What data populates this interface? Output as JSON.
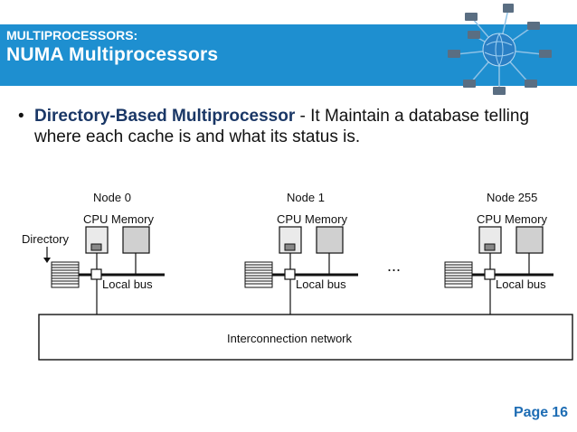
{
  "header": {
    "subtitle": "MULTIPROCESSORS:",
    "title": "NUMA Multiprocessors",
    "accent_color": "#1e8fd0"
  },
  "bullet": {
    "term": "Directory-Based Multiprocessor",
    "separator": " -  ",
    "text": "It Maintain a database telling where each cache is and what its status is."
  },
  "diagram": {
    "nodes": [
      {
        "name": "Node 0",
        "cpu_label": "CPU",
        "memory_label": "Memory",
        "bus_label": "Local bus"
      },
      {
        "name": "Node 1",
        "cpu_label": "CPU",
        "memory_label": "Memory",
        "bus_label": "Local bus"
      },
      {
        "name": "Node 255",
        "cpu_label": "CPU",
        "memory_label": "Memory",
        "bus_label": "Local bus"
      }
    ],
    "directory_label": "Directory",
    "ellipsis": "...",
    "network_label": "Interconnection network"
  },
  "footer": {
    "page_label": "Page",
    "page_number": "16"
  },
  "icons": {
    "logo": "network-globe-icon"
  }
}
